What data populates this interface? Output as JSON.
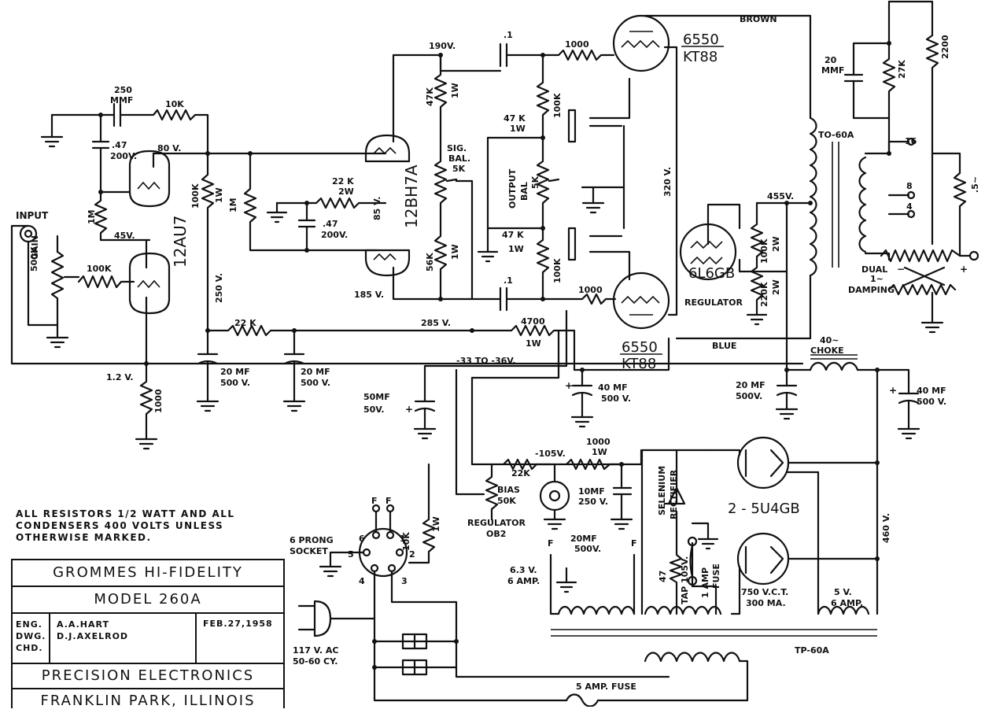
{
  "title_block": {
    "company": "GROMMES HI-FIDELITY",
    "model": "MODEL 260A",
    "eng_label": "ENG.",
    "dwg_label": "DWG.",
    "chd_label": "CHD.",
    "eng_name": "A.A.HART",
    "dwg_name": "D.J.AXELROD",
    "date": "FEB.27,1958",
    "maker": "PRECISION ELECTRONICS",
    "location": "FRANKLIN PARK, ILLINOIS"
  },
  "notes": {
    "line1": "ALL RESISTORS 1/2 WATT AND ALL",
    "line2": "CONDENSERS 400 VOLTS UNLESS",
    "line3": "OTHERWISE MARKED."
  },
  "tubes": {
    "input": "12AU7",
    "driver": "12BH7A",
    "out_top_1": "6550",
    "out_top_2": "KT88",
    "out_bot_1": "6550",
    "out_bot_2": "KT88",
    "regulator": "6L6GB",
    "regulator_label": "REGULATOR",
    "ob2_label": "REGULATOR",
    "ob2": "OB2",
    "rectifiers": "2 - 5U4GB"
  },
  "labels": {
    "input": "INPUT",
    "gain": "GAIN",
    "gain_val": "500K",
    "sig_bal_1": "SIG.",
    "sig_bal_2": "BAL.",
    "sig_bal_3": "5K",
    "out_bal_1": "OUTPUT",
    "out_bal_2": "BAL",
    "out_bal_3": "5K",
    "bias_1": "BIAS",
    "bias_2": "50K",
    "brown": "BROWN",
    "blue": "BLUE",
    "to60a": "TO-60A",
    "tp60a": "TP-60A",
    "choke_1": "40~",
    "choke_2": "CHOKE",
    "dual_damping_1": "DUAL",
    "dual_damping_2": "1~",
    "dual_damping_3": "DAMPING",
    "tap16": "16",
    "tap8": "8",
    "tap4": "4",
    "selenium_1": "SELENIUM",
    "selenium_2": "RECTIFIER",
    "tap105": "TAP 105V.",
    "fuse1_1": "1 AMP",
    "fuse1_2": "FUSE",
    "fuse5": "5 AMP. FUSE",
    "socket_1": "6 PRONG",
    "socket_2": "SOCKET",
    "ac_1": "117 V. AC",
    "ac_2": "50-60 CY.",
    "fil63_1": "6.3 V.",
    "fil63_2": "6 AMP.",
    "fil5_1": "5 V.",
    "fil5_2": "6 AMP.",
    "vct_1": "750 V.C.T.",
    "vct_2": "300 MA.",
    "pin_f1": "F",
    "pin_f2": "F",
    "pin6": "6",
    "pin1": "1",
    "pin5": "5",
    "pin2": "2",
    "pin4": "4",
    "pin3": "3",
    "fil_f_left": "F",
    "fil_f_right": "F",
    "plus": "+",
    "minus": "−"
  },
  "voltages": {
    "v190": "190V.",
    "v80": "80 V.",
    "v45": "45V.",
    "v85": "85 V.",
    "v185": "185 V.",
    "v250": "250 V.",
    "v285": "285 V.",
    "v320": "320 V.",
    "v455": "455V.",
    "v460": "460 V.",
    "v12": "1.2 V.",
    "vbias": "-33 TO -36V.",
    "v105": "-105V."
  },
  "components": {
    "c250": "250",
    "c250u": "MMF",
    "r10k": "10K",
    "c47a_1": ".47",
    "c47a_2": "200V.",
    "r1m_a": "1M",
    "r100k_grid": "100K",
    "r1000_cath": "1000",
    "r100k_plate_1": "100K",
    "r100k_plate_2": "1W",
    "r1m_b": "1M",
    "r22k2w_1": "22 K",
    "r22k2w_2": "2W",
    "c47b_1": ".47",
    "c47b_2": "200V.",
    "r22k": "22 K",
    "c20mf_a_1": "20 MF",
    "c20mf_a_2": "500 V.",
    "c20mf_b_1": "20 MF",
    "c20mf_b_2": "500 V.",
    "r47k1w_a_1": "47K",
    "r47k1w_a_2": "1W",
    "r56k1w_1": "56K",
    "r56k1w_2": "1W",
    "c1a": ".1",
    "c1b": ".1",
    "r47k1w_b_1": "47 K",
    "r47k1w_b_2": "1W",
    "r47k1w_c_1": "47 K",
    "r47k1w_c_2": "1W",
    "r100k_a": "100K",
    "r100k_b": "100K",
    "r1000_a": "1000",
    "r1000_b": "1000",
    "r4700_1": "4700",
    "r4700_2": "1W",
    "c50mf_1": "50MF",
    "c50mf_2": "50V.",
    "c40mf_a_1": "40 MF",
    "c40mf_a_2": "500 V.",
    "c40mf_b_1": "40 MF",
    "c40mf_b_2": "500 V.",
    "c20mf_c_1": "20 MF",
    "c20mf_c_2": "500V.",
    "r100k2w_1": "100K",
    "r100k2w_2": "2W",
    "r220k2w_1": "220K",
    "r220k2w_2": "2W",
    "c20mmf_1": "20",
    "c20mmf_2": "MMF",
    "r27k": "27K",
    "r2200": "2200",
    "r5": ".5~",
    "r22k_bias": "22K",
    "r1000_1w_1": "1000",
    "r1000_1w_2": "1W",
    "c10mf_1": "10MF",
    "c10mf_2": "250 V.",
    "c20mf_fil_1": "20MF",
    "c20mf_fil_2": "500V.",
    "r10k_socket": "10K",
    "r10k_socket_2": "1W",
    "r47": "47"
  }
}
